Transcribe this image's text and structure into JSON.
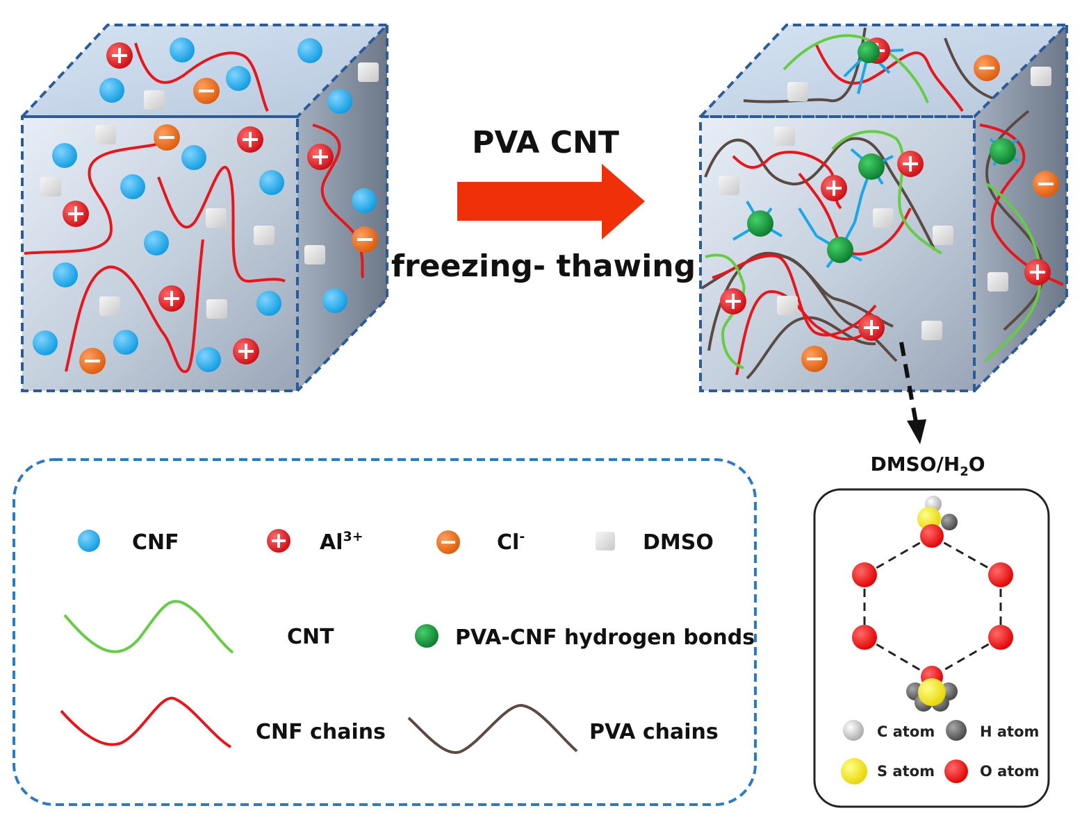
{
  "process": {
    "top_label": "PVA CNT",
    "bottom_label": "freezing- thawing"
  },
  "solvent": {
    "label_main": "DMSO/H",
    "label_sub": "2",
    "label_tail": "O",
    "atoms": {
      "c": "C atom",
      "h": "H atom",
      "s": "S atom",
      "o": "O atom"
    }
  },
  "legend": {
    "cnf": "CNF",
    "al_main": "Al",
    "al_sup": "3+",
    "cl_main": "Cl",
    "cl_sup": "-",
    "dmso": "DMSO",
    "cnt": "CNT",
    "hbond": "PVA-CNF hydrogen bonds",
    "cnf_chains": "CNF chains",
    "pva_chains": "PVA chains"
  },
  "colors": {
    "cnf": "#1aa7e8",
    "al": "#e0141c",
    "cl": "#e8650f",
    "dmso": "#dedede",
    "cnt": "#66cc44",
    "hbond": "#1a9a3c",
    "cnf_chain": "#e8151b",
    "pva_chain": "#5b4a42",
    "arrow": "#f03008",
    "cube_border": "#2c5b9a",
    "legend_border": "#2a7bc6",
    "s_atom": "#f2e600",
    "o_atom": "#ee1111",
    "c_atom": "#cfcfcf",
    "h_atom": "#6a6a6a"
  }
}
